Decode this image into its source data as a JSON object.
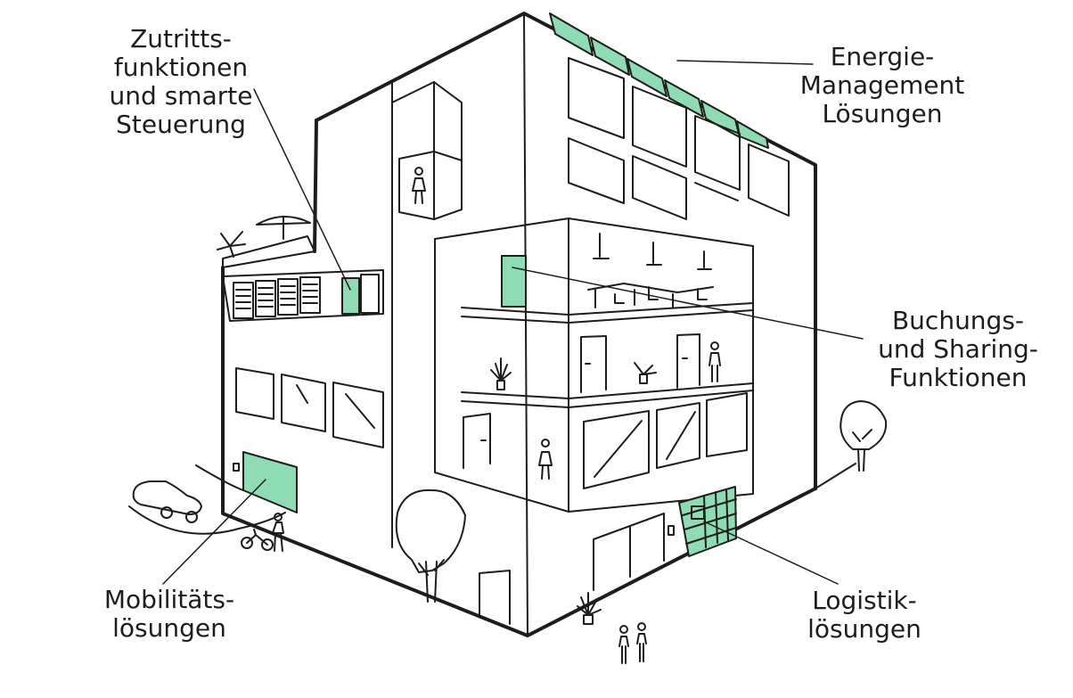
{
  "labels": {
    "access": [
      "Zutritts-",
      "funktionen",
      "und smarte",
      "Steuerung"
    ],
    "energy": [
      "Energie-",
      "Management",
      "Lösungen"
    ],
    "booking": [
      "Buchungs-",
      "und Sharing-",
      "Funktionen"
    ],
    "mobility": [
      "Mobilitäts-",
      "lösungen"
    ],
    "logistics": [
      "Logistik-",
      "lösungen"
    ]
  },
  "colors": {
    "line": "#1d1d1b",
    "accent": "#8fdcb4"
  }
}
